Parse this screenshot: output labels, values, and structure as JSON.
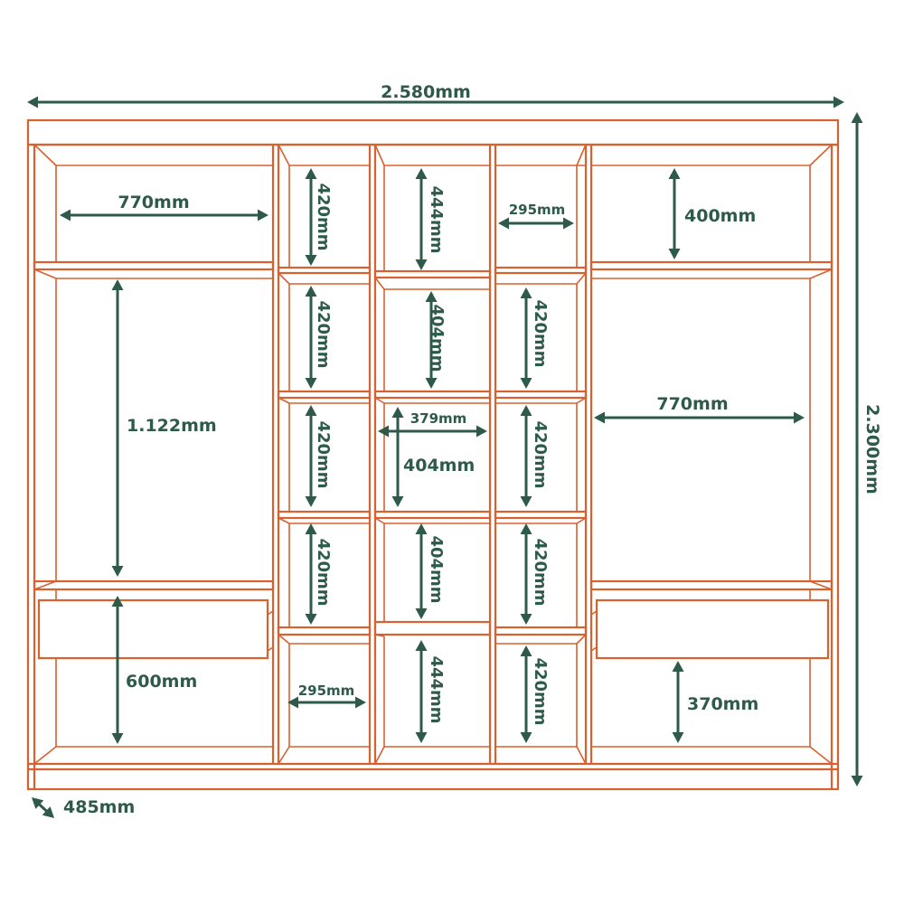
{
  "overall": {
    "width": "2.580mm",
    "height": "2.300mm",
    "depth": "485mm"
  },
  "left_section": {
    "top_width": "770mm",
    "hanging_height": "1.122mm",
    "lower_height": "600mm"
  },
  "col2": {
    "shelf1": "420mm",
    "shelf2": "420mm",
    "shelf3": "420mm",
    "shelf4": "420mm",
    "bottom_width": "295mm"
  },
  "col3": {
    "shelf1": "444mm",
    "shelf2": "404mm",
    "shelf3_width": "379mm",
    "shelf3_height": "404mm",
    "shelf4": "404mm",
    "shelf5": "444mm"
  },
  "col4": {
    "top_width": "295mm",
    "shelf2": "420mm",
    "shelf3": "420mm",
    "shelf4": "420mm",
    "shelf5": "420mm"
  },
  "right_section": {
    "top_height": "400mm",
    "hanging_width": "770mm",
    "lower_height": "370mm"
  },
  "colors": {
    "wood": "#d8612f",
    "dimension": "#2e5a4a"
  }
}
